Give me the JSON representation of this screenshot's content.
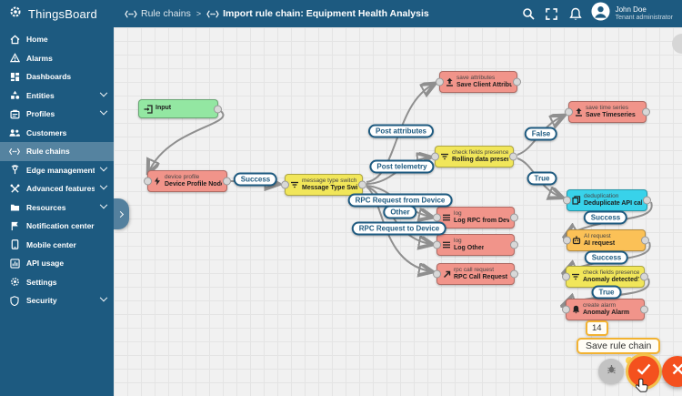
{
  "app": {
    "name": "ThingsBoard"
  },
  "header": {
    "breadcrumb": {
      "parent": "Rule chains",
      "separator": ">",
      "current": "Import rule chain: Equipment Health Analysis"
    },
    "user": {
      "name": "John Doe",
      "role": "Tenant administrator"
    }
  },
  "sidebar": {
    "items": [
      {
        "label": "Home",
        "icon": "home-icon",
        "expandable": false,
        "selected": false
      },
      {
        "label": "Alarms",
        "icon": "alarms-icon",
        "expandable": false,
        "selected": false
      },
      {
        "label": "Dashboards",
        "icon": "dashboards-icon",
        "expandable": false,
        "selected": false
      },
      {
        "label": "Entities",
        "icon": "entities-icon",
        "expandable": true,
        "selected": false
      },
      {
        "label": "Profiles",
        "icon": "profiles-icon",
        "expandable": true,
        "selected": false
      },
      {
        "label": "Customers",
        "icon": "customers-icon",
        "expandable": false,
        "selected": false
      },
      {
        "label": "Rule chains",
        "icon": "rule-chains-icon",
        "expandable": false,
        "selected": true
      },
      {
        "label": "Edge management",
        "icon": "edge-management-icon",
        "expandable": true,
        "selected": false
      },
      {
        "label": "Advanced features",
        "icon": "advanced-features-icon",
        "expandable": true,
        "selected": false
      },
      {
        "label": "Resources",
        "icon": "resources-icon",
        "expandable": true,
        "selected": false
      },
      {
        "label": "Notification center",
        "icon": "notification-center-icon",
        "expandable": false,
        "selected": false
      },
      {
        "label": "Mobile center",
        "icon": "mobile-center-icon",
        "expandable": false,
        "selected": false
      },
      {
        "label": "API usage",
        "icon": "api-usage-icon",
        "expandable": false,
        "selected": false
      },
      {
        "label": "Settings",
        "icon": "settings-icon",
        "expandable": false,
        "selected": false
      },
      {
        "label": "Security",
        "icon": "security-icon",
        "expandable": true,
        "selected": false
      }
    ]
  },
  "canvas": {
    "nodes": [
      {
        "id": "input",
        "type": "",
        "name": "Input",
        "color": "#93e7a2",
        "icon": "login-icon"
      },
      {
        "id": "device-profile",
        "type": "device profile",
        "name": "Device Profile Node",
        "color": "#f1948a",
        "icon": "flash-icon"
      },
      {
        "id": "message-type-switch",
        "type": "message type switch",
        "name": "Message Type Switch",
        "color": "#f1e65a",
        "icon": "filter-icon"
      },
      {
        "id": "save-client-attributes",
        "type": "save attributes",
        "name": "Save Client Attributes",
        "color": "#f1948a",
        "icon": "upload-icon"
      },
      {
        "id": "rolling-data-present",
        "type": "check fields presence",
        "name": "Rolling data present?",
        "color": "#f1e65a",
        "icon": "filter-icon"
      },
      {
        "id": "save-timeseries",
        "type": "save time series",
        "name": "Save Timeseries",
        "color": "#f1948a",
        "icon": "upload-icon"
      },
      {
        "id": "deduplicate-api-calls",
        "type": "deduplication",
        "name": "Deduplicate API calls",
        "color": "#38d2ea",
        "icon": "copy-icon"
      },
      {
        "id": "log-rpc-from-device",
        "type": "log",
        "name": "Log RPC from Device",
        "color": "#f1948a",
        "icon": "menu-icon"
      },
      {
        "id": "log-other",
        "type": "log",
        "name": "Log Other",
        "color": "#f1948a",
        "icon": "menu-icon"
      },
      {
        "id": "rpc-call-request",
        "type": "rpc call request",
        "name": "RPC Call Request",
        "color": "#f1948a",
        "icon": "call-made-icon"
      },
      {
        "id": "ai-request",
        "type": "AI request",
        "name": "AI request",
        "color": "#fbc157",
        "icon": "robot-icon"
      },
      {
        "id": "anomaly-detected",
        "type": "check fields presence",
        "name": "Anomaly detected?",
        "color": "#f1e65a",
        "icon": "filter-icon"
      },
      {
        "id": "anomaly-alarm",
        "type": "create alarm",
        "name": "Anomaly Alarm",
        "color": "#f1948a",
        "icon": "bell-icon"
      }
    ],
    "edge_labels": [
      "Success",
      "Post attributes",
      "Post telemetry",
      "RPC Request from Device",
      "Other",
      "RPC Request to Device",
      "False",
      "True",
      "Success",
      "Success",
      "True"
    ],
    "controls": {
      "step_badge": "14",
      "tooltip": "Save rule chain"
    }
  },
  "colors": {
    "header_bg": "#1d5a80",
    "sidebar_selected": "rgba(255,255,255,0.25)",
    "node_input": "#93e7a2",
    "node_action": "#f1948a",
    "node_filter": "#f1e65a",
    "node_dedup": "#38d2ea",
    "node_ai": "#fbc157",
    "edge": "#8f8f8f",
    "pill_accent": "#1d5a80",
    "fab_orange": "#f4511e",
    "tooltip_border": "#f2b231"
  }
}
